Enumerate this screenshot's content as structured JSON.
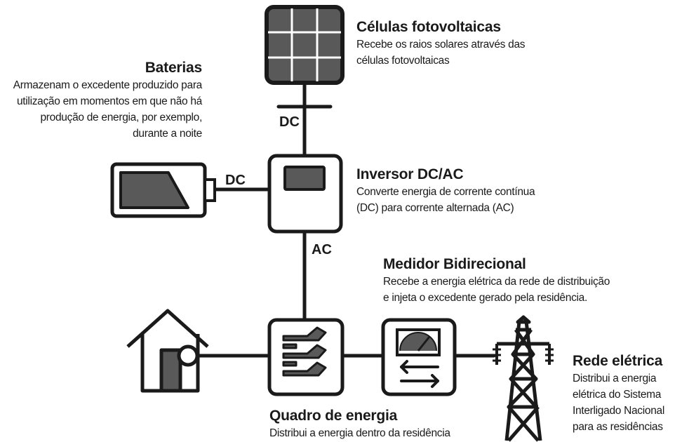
{
  "components": {
    "solar": {
      "title": "Células fotovoltaicas",
      "desc_1": "Recebe os raios solares através das",
      "desc_2": "células fotovoltaicas"
    },
    "battery": {
      "title": "Baterias",
      "desc_1": "Armazenam o excedente produzido para",
      "desc_2": "utilização em momentos em que não há",
      "desc_3": "produção de energia, por exemplo,",
      "desc_4": "durante a noite"
    },
    "inverter": {
      "title": "Inversor DC/AC",
      "desc_1": "Converte energia de corrente contínua",
      "desc_2": "(DC) para corrente alternada (AC)"
    },
    "meter": {
      "title": "Medidor Bidirecional",
      "desc_1": "Recebe a energia elétrica da rede de distribuição",
      "desc_2": "e injeta o excedente gerado pela residência."
    },
    "panel": {
      "title": "Quadro de energia",
      "desc_1": "Distribui a energia dentro da residência"
    },
    "grid": {
      "title": "Rede elétrica",
      "desc_1": "Distribui a energia",
      "desc_2": "elétrica do Sistema",
      "desc_3": "Interligado Nacional",
      "desc_4": "para as residências"
    }
  },
  "connections": {
    "solar_to_inverter": "DC",
    "battery_to_inverter": "DC",
    "inverter_to_panel": "AC"
  },
  "colors": {
    "stroke": "#1a1a1a",
    "fill": "#595959",
    "background": "#ffffff"
  }
}
